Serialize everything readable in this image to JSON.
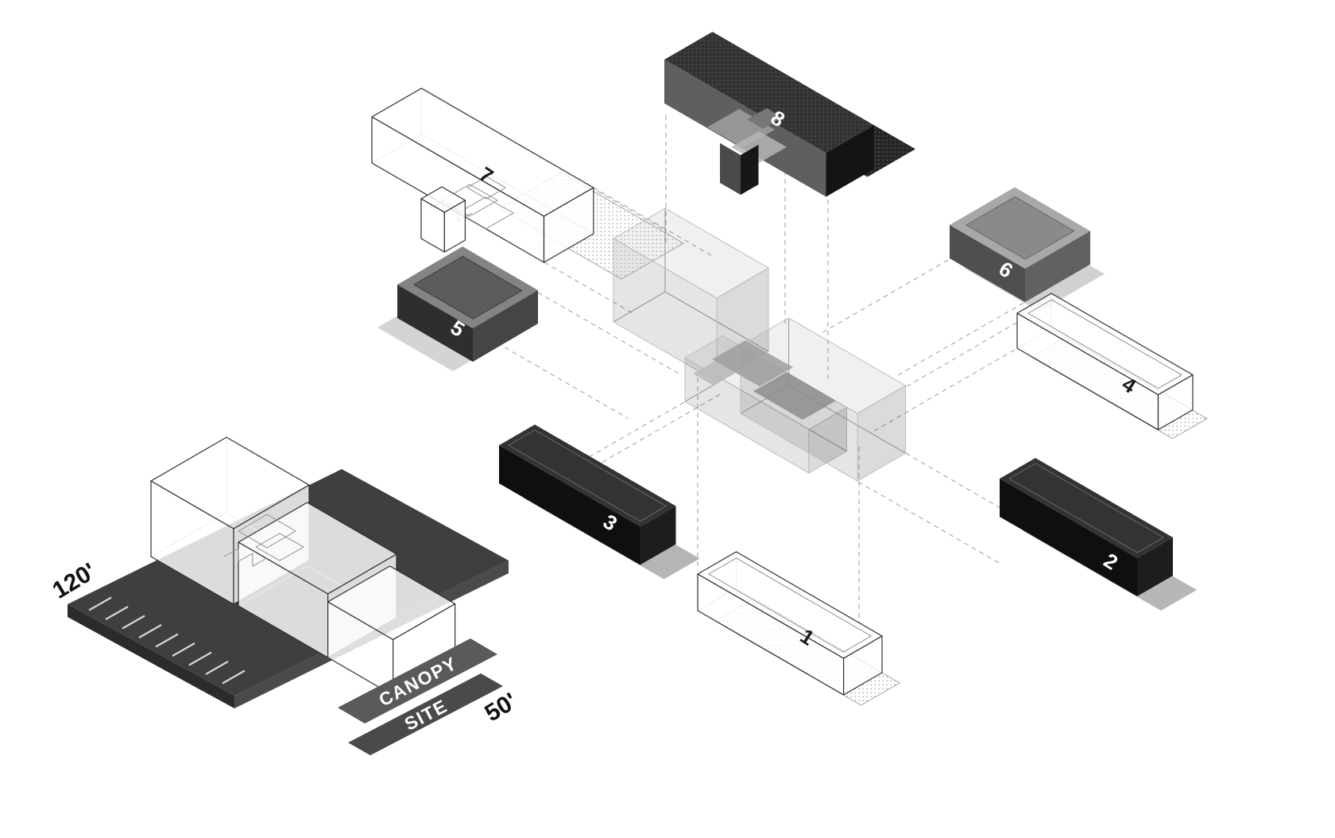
{
  "diagram": {
    "type": "exploded-axonometric-building-diagram",
    "volume_labels": [
      "1",
      "2",
      "3",
      "4",
      "5",
      "6",
      "7",
      "8"
    ],
    "site": {
      "length_dim": "120'",
      "width_dim": "50'",
      "canopy_label": "CANOPY",
      "site_label": "SITE"
    },
    "colors": {
      "white": "#ffffff",
      "ink": "#1a1a1a",
      "bar_dark_top": "#333333",
      "bar_dark_side": "#0f0f0f",
      "bar_dark_end": "#1d1d1d",
      "mid_gray": "#5f5f5f",
      "shadow_gray": "#999999",
      "ghost_stroke": "#bcbcbc",
      "dash_line": "#a6a6a6",
      "site_plate": "#3f3f3f"
    }
  }
}
